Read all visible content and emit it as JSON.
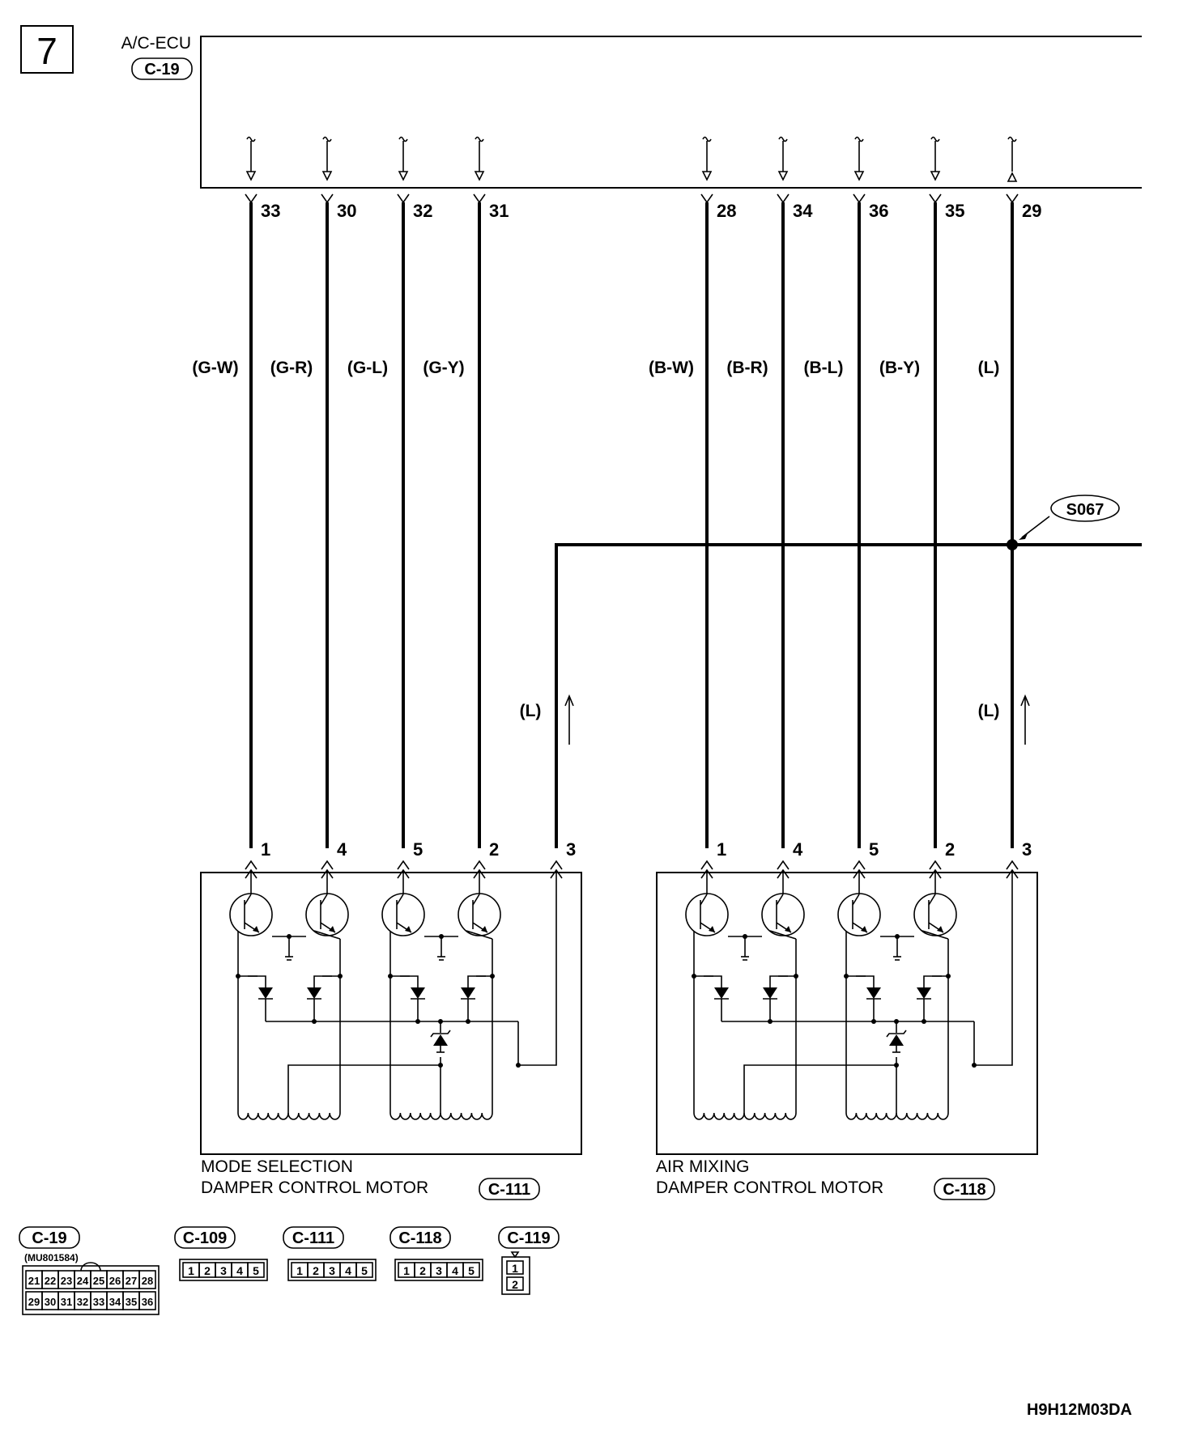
{
  "page_number": "7",
  "ecu": {
    "name": "A/C-ECU",
    "connector": "C-19"
  },
  "mode_group": {
    "pins": [
      {
        "ecu_pin": "33",
        "wire": "(G-W)",
        "motor_pin": "1"
      },
      {
        "ecu_pin": "30",
        "wire": "(G-R)",
        "motor_pin": "4"
      },
      {
        "ecu_pin": "32",
        "wire": "(G-L)",
        "motor_pin": "5"
      },
      {
        "ecu_pin": "31",
        "wire": "(G-Y)",
        "motor_pin": "2"
      }
    ],
    "common_wire": "(L)",
    "common_pin": "3"
  },
  "air_group": {
    "pins": [
      {
        "ecu_pin": "28",
        "wire": "(B-W)",
        "motor_pin": "1"
      },
      {
        "ecu_pin": "34",
        "wire": "(B-R)",
        "motor_pin": "4"
      },
      {
        "ecu_pin": "36",
        "wire": "(B-L)",
        "motor_pin": "5"
      },
      {
        "ecu_pin": "35",
        "wire": "(B-Y)",
        "motor_pin": "2"
      }
    ],
    "common_ecu_pin": "29",
    "common_wire_top": "(L)",
    "common_wire": "(L)",
    "common_pin": "3"
  },
  "splice": "S067",
  "motors": [
    {
      "line1": "MODE SELECTION",
      "line2": "DAMPER CONTROL MOTOR",
      "connector": "C-111"
    },
    {
      "line1": "AIR MIXING",
      "line2": "DAMPER CONTROL MOTOR",
      "connector": "C-118"
    }
  ],
  "connectors": {
    "c19": {
      "name": "C-19",
      "part": "(MU801584)",
      "row1": [
        "21",
        "22",
        "23",
        "24",
        "25",
        "26",
        "27",
        "28"
      ],
      "row2": [
        "29",
        "30",
        "31",
        "32",
        "33",
        "34",
        "35",
        "36"
      ]
    },
    "c109": {
      "name": "C-109",
      "pins": [
        "1",
        "2",
        "3",
        "4",
        "5"
      ]
    },
    "c111": {
      "name": "C-111",
      "pins": [
        "1",
        "2",
        "3",
        "4",
        "5"
      ]
    },
    "c118": {
      "name": "C-118",
      "pins": [
        "1",
        "2",
        "3",
        "4",
        "5"
      ]
    },
    "c119": {
      "name": "C-119",
      "pins": [
        "1",
        "2"
      ]
    }
  },
  "diagram_code": "H9H12M03DA"
}
